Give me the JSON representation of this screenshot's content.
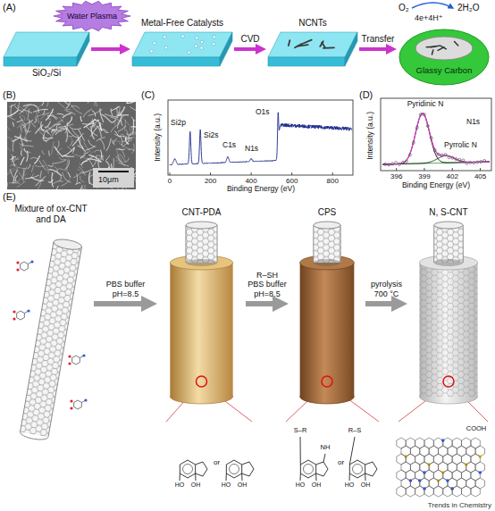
{
  "diagram": {
    "nodes": [
      {
        "text": [
          "SiO₂/Si"
        ]
      },
      {
        "text": [
          "Water Plasma"
        ]
      },
      {
        "text": [
          "Metal-Free Catalysts"
        ]
      },
      {
        "text": [
          "NCNTs"
        ]
      },
      {
        "text": [
          "Glassy Carbon"
        ]
      },
      {
        "text": [
          "Mixture of ox-CNT and DA"
        ]
      },
      {
        "text": [
          "CNT-PDA"
        ]
      },
      {
        "text": [
          "CPS"
        ]
      },
      {
        "text": [
          "N, S-CNT"
        ]
      }
    ],
    "edges": [
      {
        "from": 0,
        "to": 2,
        "arrow": "to"
      },
      {
        "from": 2,
        "to": 3,
        "label": "CVD",
        "arrow": "to"
      },
      {
        "from": 3,
        "to": 4,
        "label": "Transfer",
        "arrow": "to"
      },
      {
        "from": 5,
        "to": 6,
        "label": "PBS buffer pH=8.5",
        "arrow": "to"
      },
      {
        "from": 6,
        "to": 7,
        "label": "R–SH PBS buffer pH=8.5",
        "arrow": "to"
      },
      {
        "from": 7,
        "to": 8,
        "label": "pyrolysis 700 °C",
        "arrow": "to"
      }
    ],
    "labels": [
      "(A)",
      "O₂",
      "4e+4H⁺",
      "2H₂O",
      "(B)",
      "10μm",
      "(C)",
      "Si2p",
      "Si2s",
      "C1s",
      "N1s",
      "O1s",
      "Intensity (a.u.)",
      "Binding Energy (eV)",
      "0",
      "200",
      "400",
      "600",
      "800",
      "(D)",
      "Pyridinic N",
      "N1s",
      "Pyrrolic N",
      "Intensity (a.u.)",
      "Binding Energy (eV)",
      "396",
      "399",
      "402",
      "405",
      "(E)",
      "or",
      "HO",
      "OH",
      "HO",
      "OH",
      "S–R",
      "NH",
      "or",
      "R–S",
      "HO",
      "OH",
      "HO",
      "OH",
      "COOH",
      "Trends in Chemistry"
    ]
  }
}
